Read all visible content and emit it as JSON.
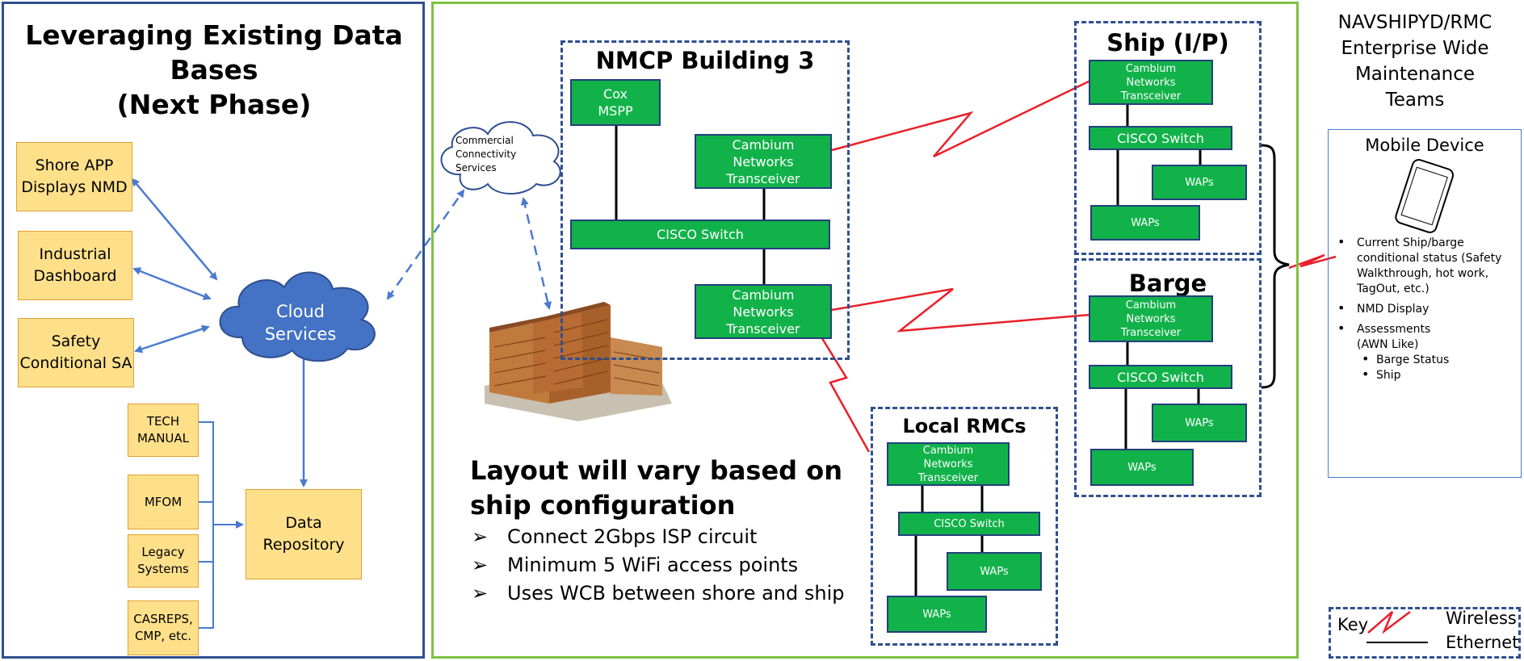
{
  "left_panel": {
    "title_lines": [
      "Leveraging Existing Data",
      "Bases",
      "(Next Phase)"
    ],
    "shore_app": [
      "Shore APP",
      "Displays NMD"
    ],
    "industrial": [
      "Industrial",
      "Dashboard"
    ],
    "safety": [
      "Safety",
      "Conditional SA"
    ],
    "cloud_lines": [
      "Cloud",
      "Services"
    ],
    "tech_manual": [
      "TECH",
      "MANUAL"
    ],
    "mfom": "MFOM",
    "legacy": [
      "Legacy",
      "Systems"
    ],
    "casreps": [
      "CASREPS,",
      "CMP, etc."
    ],
    "data_repository": [
      "Data",
      "Repository"
    ]
  },
  "middle_panel": {
    "commercial_lines": [
      "Commercial",
      "Connectivity",
      "Services"
    ],
    "nmcp": {
      "title": "NMCP Building 3",
      "cox": [
        "Cox",
        "MSPP"
      ],
      "transceiver": [
        "Cambium",
        "Networks",
        "Transceiver"
      ],
      "switch": "CISCO Switch"
    },
    "ship": {
      "title": "Ship (I/P)",
      "transceiver": [
        "Cambium",
        "Networks",
        "Transceiver"
      ],
      "switch": "CISCO Switch",
      "wap": "WAPs"
    },
    "barge": {
      "title": "Barge",
      "transceiver": [
        "Cambium",
        "Networks",
        "Transceiver"
      ],
      "switch": "CISCO Switch",
      "wap": "WAPs"
    },
    "local": {
      "title": "Local RMCs",
      "transceiver": [
        "Cambium",
        "Networks",
        "Transceiver"
      ],
      "switch": "CISCO Switch",
      "wap": "WAPs"
    },
    "layout_lines": [
      "Layout will vary based on",
      "ship configuration"
    ],
    "bullets": [
      "Connect 2Gbps ISP circuit",
      "Minimum 5 WiFi access points",
      "Uses WCB between shore and ship"
    ]
  },
  "right_panel": {
    "title_lines": [
      "NAVSHIPYD/RMC",
      "Enterprise Wide",
      "Maintenance",
      "Teams"
    ],
    "mobile_title": "Mobile Device",
    "item1_lines": [
      "Current Ship/barge",
      "conditional  status (Safety",
      "Walkthrough, hot work,",
      "TagOut, etc.)"
    ],
    "item2": "NMD Display",
    "item3_lines": [
      "Assessments",
      "(AWN Like)"
    ],
    "sub_items": [
      "Barge Status",
      "Ship"
    ],
    "key": {
      "label": "Key",
      "wireless": "Wireless",
      "ethernet": "Ethernet"
    }
  },
  "colors": {
    "box_blue": "#2f4f8f",
    "green_box": "#12b24a",
    "yellow_box": "#ffe08a",
    "cloud_blue": "#4472c4",
    "wireless_red": "#e8202a",
    "arrow_blue": "#4a7ad0",
    "panel_green": "#7dc242"
  },
  "icons": [
    "cloud-icon",
    "building-photo",
    "smartphone-icon",
    "wireless-bolt-icon"
  ]
}
